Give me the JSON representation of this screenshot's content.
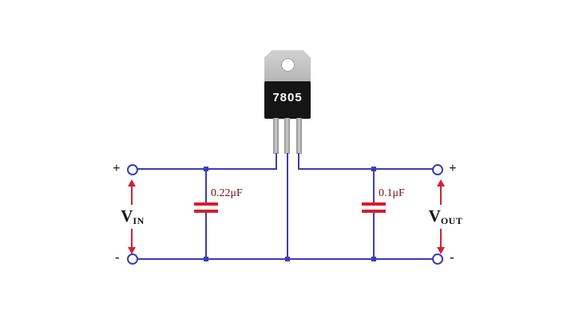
{
  "regulator": {
    "label": "7805"
  },
  "capacitors": {
    "input": {
      "value": "0.22μF"
    },
    "output": {
      "value": "0.1μF"
    }
  },
  "terminals": {
    "in_plus": "+",
    "in_minus": "-",
    "out_plus": "+",
    "out_minus": "-"
  },
  "voltages": {
    "vin_main": "V",
    "vin_sub": "IN",
    "vout_main": "V",
    "vout_sub": "OUT"
  },
  "colors": {
    "wire_blue": "#3c3cb4",
    "component_red": "#d21f2c",
    "arrow_red": "#cf2233",
    "regulator_body": "#151515"
  }
}
